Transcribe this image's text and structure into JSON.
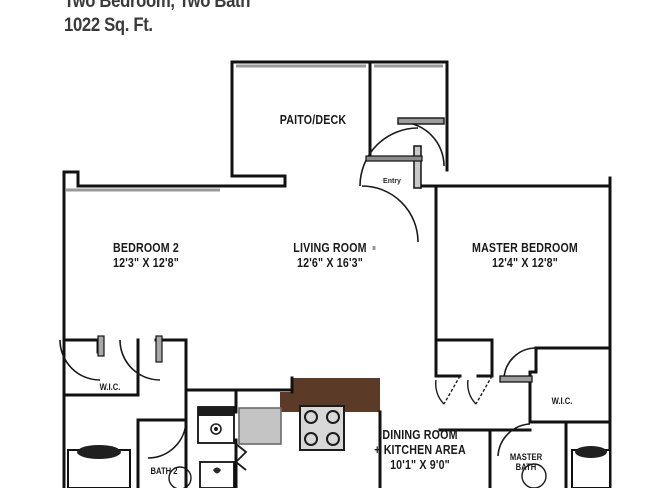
{
  "title_block": {
    "subtitle": "Two Bedroom, Two Bath",
    "area": "1022 Sq. Ft."
  },
  "rooms": [
    {
      "id": "bedroom-2",
      "name": "BEDROOM 2",
      "dimensions": "12'3\" X 12'8\""
    },
    {
      "id": "living-room",
      "name": "LIVING ROOM",
      "dimensions": "12'6\" X 16'3\""
    },
    {
      "id": "master-bedroom",
      "name": "MASTER BEDROOM",
      "dimensions": "12'4\" X 12'8\""
    }
  ],
  "dining_kitchen": {
    "line1": "DINING ROOM",
    "line2": "+ KITCHEN AREA",
    "dimensions": "10'1\" X 9'0\""
  },
  "patio": {
    "label": "PAITO/DECK"
  },
  "entry": {
    "label": "Entry"
  },
  "closets": {
    "left_wic": "W.I.C.",
    "right_wic": "W.I.C."
  },
  "baths": {
    "bath2": "BATH 2",
    "master_bath_line1": "MASTER",
    "master_bath_line2": "BATH"
  },
  "colors": {
    "wall": "#111111",
    "wall_light": "#8a8a8a",
    "counter_brown": "#5c3a28",
    "appliance_gray": "#b9b9b9",
    "stove_dark": "#1c1c1c",
    "background": "#ffffff",
    "text": "#1a1a1a",
    "title_text": "#3a3a3a"
  }
}
